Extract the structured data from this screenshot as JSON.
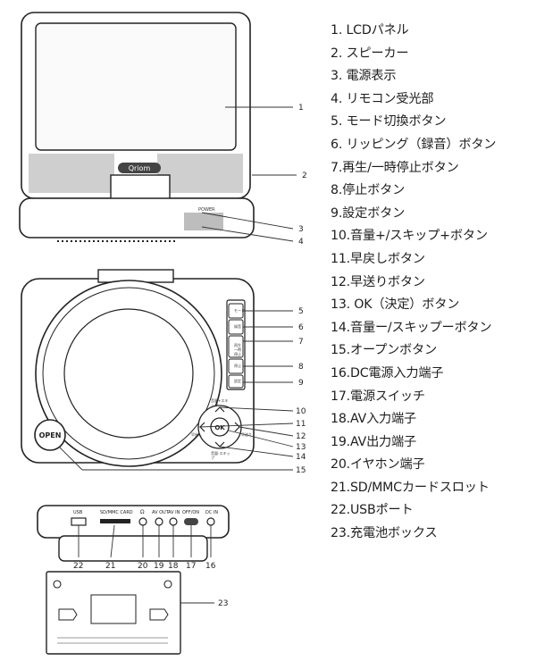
{
  "parts": [
    "1. LCDパネル",
    "2. スピーカー",
    "3. 電源表示",
    "4. リモコン受光部",
    "5. モード切換ボタン",
    "6. リッピング（録音）ボタン",
    "7.再生/一時停止ボタン",
    "8.停止ボタン",
    "9.設定ボタン",
    "10.音量+/スキップ+ボタン",
    "11.早戻しボタン",
    "12.早送りボタン",
    "13. OK（決定）ボタン",
    "14.音量ー/スキップーボタン",
    "15.オープンボタン",
    "16.DC電源入力端子",
    "17.電源スイッチ",
    "18.AV入力端子",
    "19.AV出力端子",
    "20.イヤホン端子",
    "21.SD/MMCカードスロット",
    "22.USBポート",
    "23.充電池ボックス"
  ],
  "callouts": {
    "c1": "1",
    "c2": "2",
    "c3": "3",
    "c4": "4",
    "c5": "5",
    "c6": "6",
    "c7": "7",
    "c8": "8",
    "c9": "9",
    "c10": "10",
    "c11": "11",
    "c12": "12",
    "c13": "13",
    "c14": "14",
    "c15": "15",
    "c16": "16",
    "c17": "17",
    "c18": "18",
    "c19": "19",
    "c20": "20",
    "c21": "21",
    "c22": "22",
    "c23": "23"
  },
  "device_labels": {
    "brand": "Qriom",
    "power": "POWER",
    "open": "OPEN",
    "ok": "OK",
    "usb": "USB",
    "sd_mmc_card": "SD/MMC CARD",
    "av_out": "AV OUT",
    "av_in": "AV IN",
    "off_on": "OFF/ON",
    "dc_in": "DC IN",
    "earphone_symbol": "Ω",
    "mode_btn": "モード",
    "rip_btn": "録音",
    "play_btn": "再生一時停止",
    "stop_btn": "停止",
    "setup_btn": "設定",
    "vol_plus": "音量+スキップ",
    "vol_minus": "音量-スキップ",
    "rewind": "早戻し",
    "ffwd": "早送り"
  }
}
